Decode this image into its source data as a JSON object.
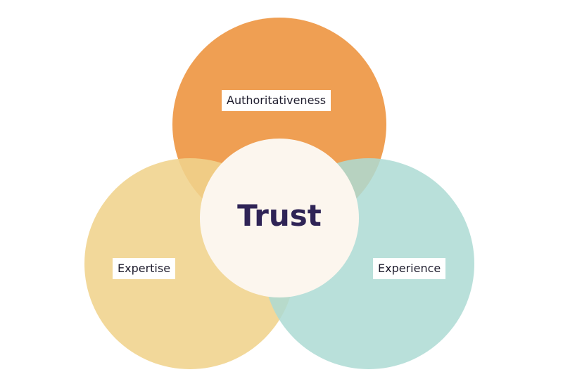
{
  "diagram": {
    "center_label": "Trust",
    "circles": [
      {
        "id": "authoritativeness",
        "label": "Authoritativeness",
        "color": "#ee9a4a"
      },
      {
        "id": "expertise",
        "label": "Expertise",
        "color": "#f0d38c"
      },
      {
        "id": "experience",
        "label": "Experience",
        "color": "#addbd4"
      }
    ],
    "center_color": "#fcf6ee"
  }
}
